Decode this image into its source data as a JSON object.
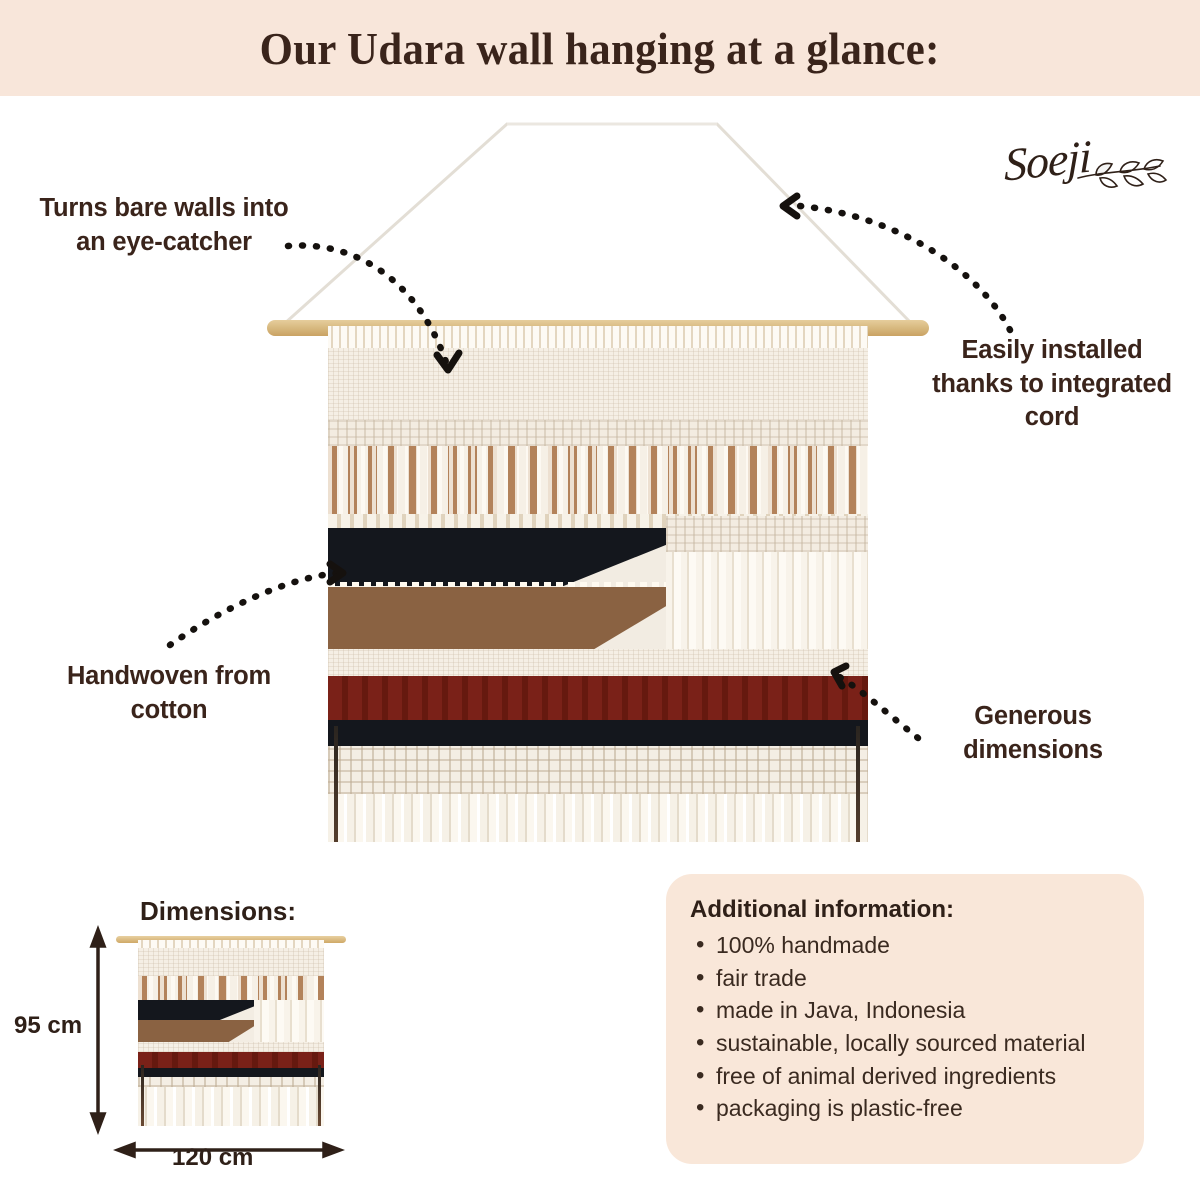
{
  "header": {
    "title": "Our Udara wall hanging at a glance:",
    "background": "#f8e6da",
    "text_color": "#3a241b"
  },
  "brand": {
    "logo_text": "Soeji",
    "logo_icon": "leaf-branch-icon"
  },
  "callouts": [
    {
      "id": "eye-catcher",
      "text": "Turns bare walls into an eye-catcher"
    },
    {
      "id": "easily-installed",
      "text": "Easily installed thanks to integrated cord"
    },
    {
      "id": "handwoven",
      "text": "Handwoven from cotton"
    },
    {
      "id": "generous",
      "text": "Generous dimensions"
    }
  ],
  "callout_lines": {
    "eye_catcher_l1": "Turns bare walls into",
    "eye_catcher_l2": "an eye-catcher",
    "installed_l1": "Easily installed",
    "installed_l2": "thanks to integrated",
    "installed_l3": "cord",
    "handwoven_l1": "Handwoven from",
    "handwoven_l2": "cotton",
    "generous_l1": "Generous",
    "generous_l2": "dimensions"
  },
  "dimensions": {
    "title": "Dimensions:",
    "height": "95 cm",
    "width": "120 cm"
  },
  "additional_information": {
    "title": "Additional information:",
    "items": [
      "100% handmade",
      "fair trade",
      "made in Java, Indonesia",
      "sustainable, locally sourced material",
      "free of animal derived ingredients",
      "packaging is plastic-free"
    ]
  },
  "product_colors": {
    "cream": "#f4eee4",
    "camel": "#8a6242",
    "maroon": "#7a2118",
    "black": "#14171d",
    "wood": "#d9bb82",
    "card_background": "#f9e7d9"
  }
}
